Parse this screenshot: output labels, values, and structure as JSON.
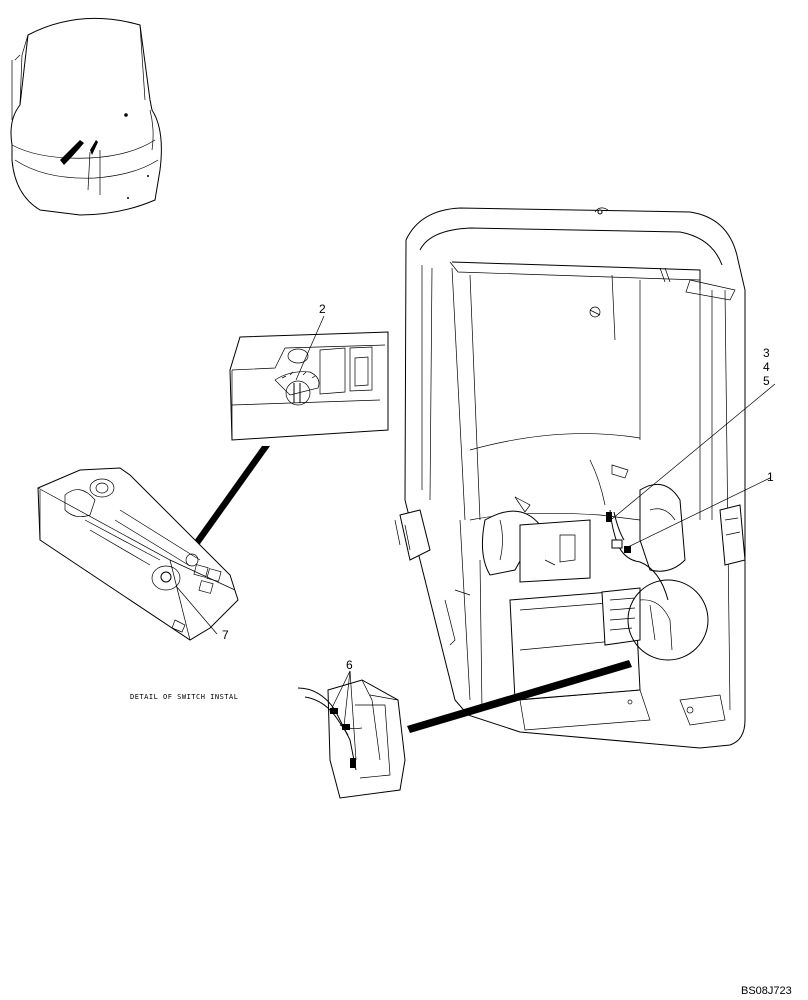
{
  "callouts": {
    "c1": "1",
    "c2": "2",
    "c3": "3",
    "c4": "4",
    "c5": "5",
    "c6": "6",
    "c7": "7"
  },
  "caption": "DETAIL OF SWITCH INSTAL",
  "drawing_ref": "BS08J723"
}
